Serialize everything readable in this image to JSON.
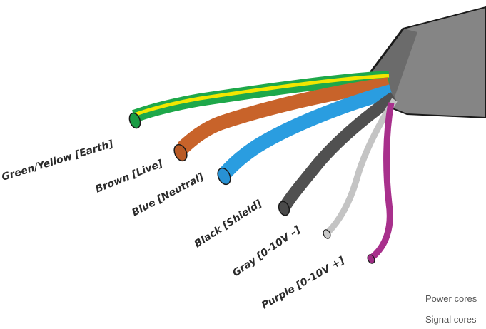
{
  "wires": [
    {
      "key": "green-yellow",
      "label": "Green/Yellow [Earth]",
      "color": "#1ea84a",
      "stripe": "#f2e600",
      "end_color": "#1a9c44"
    },
    {
      "key": "brown",
      "label": "Brown [Live]",
      "color": "#c8632a",
      "end_color": "#b95a25"
    },
    {
      "key": "blue",
      "label": "Blue [Neutral]",
      "color": "#2a9de0",
      "end_color": "#2891d3"
    },
    {
      "key": "black",
      "label": "Black [Shield]",
      "color": "#505050",
      "end_color": "#4a4a4a"
    },
    {
      "key": "gray",
      "label": "Gray [0-10V –]",
      "color": "#c4c4c4",
      "end_color": "#c9c9c9"
    },
    {
      "key": "purple",
      "label": "Purple [0-10V +]",
      "color": "#a8308c",
      "end_color": "#9e2c84"
    }
  ],
  "cable": {
    "jacket_color": "#858585",
    "jacket_shadow": "#6b6b6b",
    "outline": "#1a1a1a"
  },
  "legend": {
    "power": "Power cores",
    "signal": "Signal cores"
  }
}
